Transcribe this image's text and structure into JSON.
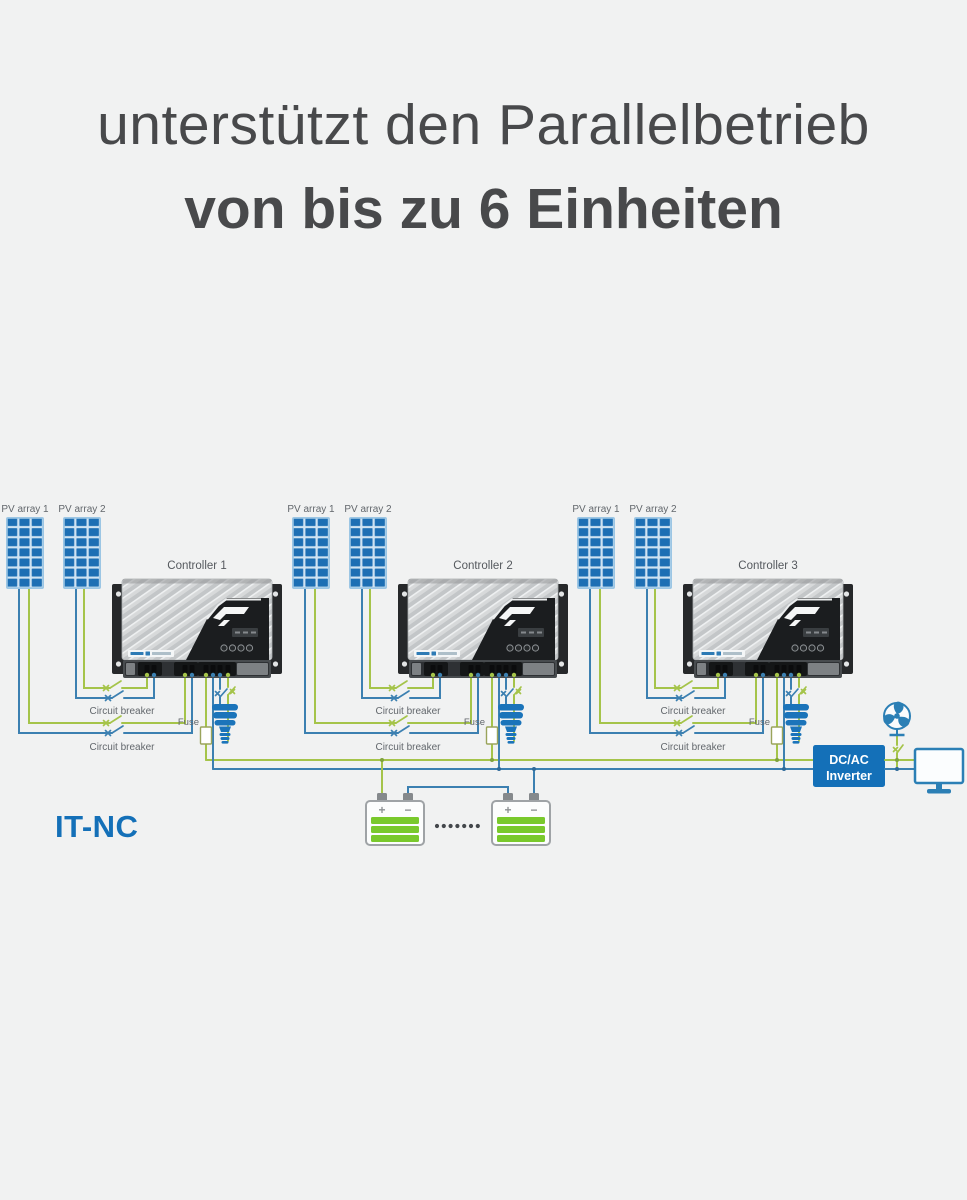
{
  "title": {
    "line1": "unterstützt den Parallelbetrieb",
    "line2": "von bis zu 6 Einheiten"
  },
  "watermark": "IT-NC",
  "labels": {
    "pv1": "PV array 1",
    "pv2": "PV array 2",
    "controllers": [
      "Controller 1",
      "Controller 2",
      "Controller 3"
    ],
    "circuit_breaker": "Circuit breaker",
    "fuse": "Fuse",
    "inverter_line1": "DC/AC",
    "inverter_line2": "Inverter",
    "battery_plus": "+",
    "battery_minus": "−"
  },
  "colors": {
    "background": "#f1f2f2",
    "title_text": "#48494b",
    "label_text": "#62676c",
    "wire_green": "#a5c44a",
    "wire_blue": "#3c80b1",
    "accent_blue": "#1470b8",
    "battery_green": "#79c92c"
  }
}
